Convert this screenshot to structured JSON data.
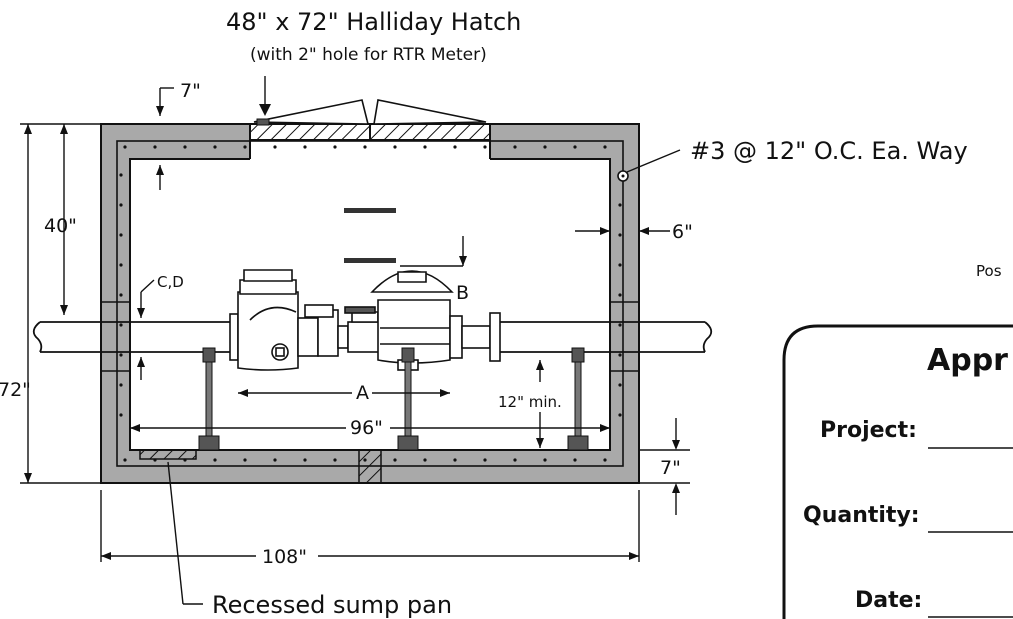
{
  "hatch": {
    "title": "48\" x 72\" Halliday Hatch",
    "subtitle": "(with 2\" hole for RTR Meter)"
  },
  "rebar_note": "#3 @ 12\" O.C. Ea. Way",
  "sump_note": "Recessed sump pan",
  "partial_text": "Pos",
  "dimensions": {
    "top_slab": "7\"",
    "bottom_slab": "7\"",
    "wall": "6\"",
    "pipe_height": "40\"",
    "overall_height": "72\"",
    "inside_length": "96\"",
    "overall_length": "108\"",
    "clearance": "12\" min.",
    "label_cd": "C,D",
    "label_a": "A",
    "label_b": "B"
  },
  "form": {
    "title": "Appr",
    "fields": [
      {
        "label": "Project:"
      },
      {
        "label": "Quantity:"
      },
      {
        "label": "Date:"
      }
    ]
  },
  "colors": {
    "concrete": "#a9a9a9",
    "line": "#111111",
    "background": "#ffffff"
  }
}
